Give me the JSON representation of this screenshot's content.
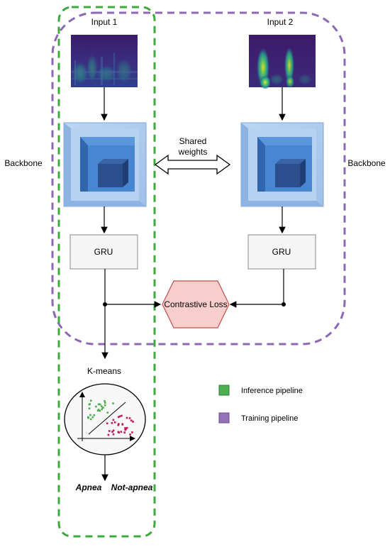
{
  "diagram": {
    "input1_label": "Input 1",
    "input2_label": "Input 2",
    "backbone_left_label": "Backbone",
    "backbone_right_label": "Backbone",
    "shared_weights_line1": "Shared",
    "shared_weights_line2": "weights",
    "gru_left_label": "GRU",
    "gru_right_label": "GRU",
    "loss_label": "Contrastive Loss",
    "kmeans_label": "K-means",
    "output_apnea": "Apnea",
    "output_not_apnea": "Not-apnea"
  },
  "legend": {
    "items": [
      {
        "label": "Inference pipeline",
        "color": "#4caf50"
      },
      {
        "label": "Training pipeline",
        "color": "#9673b9"
      }
    ]
  },
  "colors": {
    "inference_border": "#3daa3d",
    "training_border": "#8c68b4",
    "loss_fill": "#f8cecc",
    "loss_stroke": "#c0504d",
    "cube_light": "#a9c8ec",
    "cube_mid": "#3f7cc8",
    "cube_dark": "#2a4f8c",
    "gru_fill": "#f5f5f5",
    "scatter_green": "#4caf50",
    "scatter_pink": "#c2185b"
  }
}
